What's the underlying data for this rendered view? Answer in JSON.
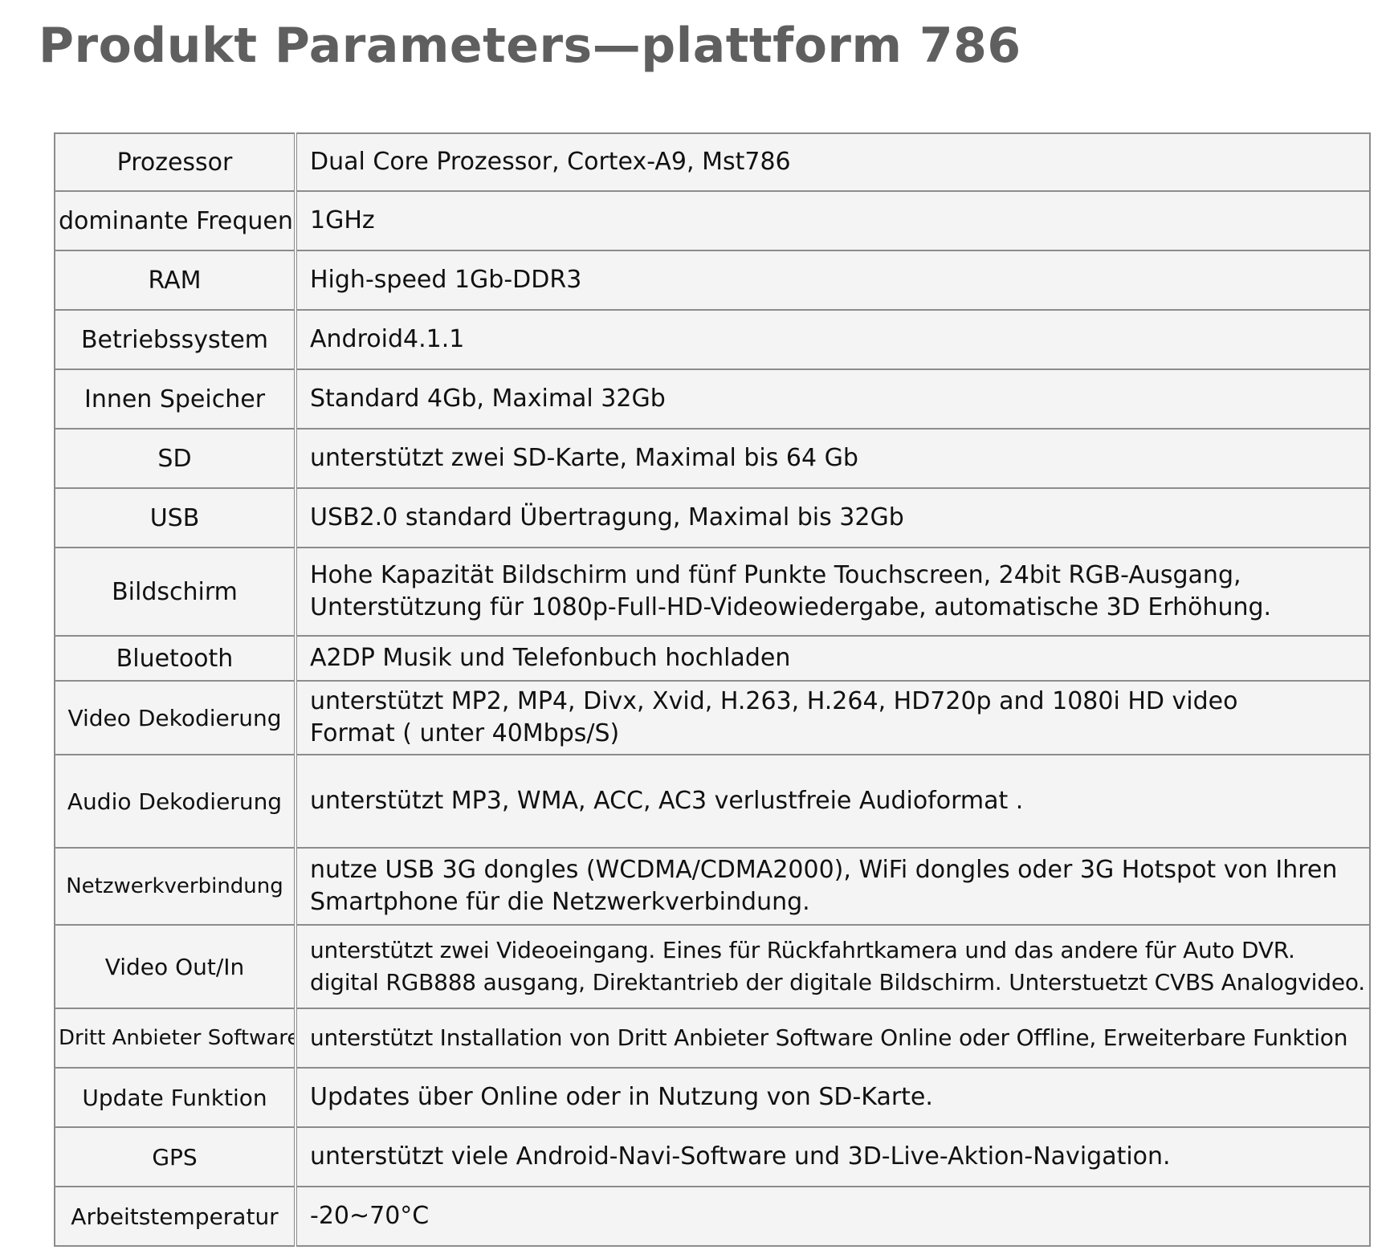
{
  "title": "Produkt Parameters—plattform 786",
  "rows": [
    {
      "label": "Prozessor",
      "value": [
        "Dual Core Prozessor, Cortex-A9, Mst786"
      ]
    },
    {
      "label": "dominante Frequenz",
      "value": [
        "1GHz"
      ]
    },
    {
      "label": "RAM",
      "value": [
        "High-speed 1Gb-DDR3"
      ]
    },
    {
      "label": "Betriebssystem",
      "value": [
        "Android4.1.1"
      ]
    },
    {
      "label": "Innen Speicher",
      "value": [
        "Standard 4Gb, Maximal 32Gb"
      ]
    },
    {
      "label": "SD",
      "value": [
        "unterstützt zwei SD-Karte, Maximal bis 64 Gb"
      ]
    },
    {
      "label": "USB",
      "value": [
        "USB2.0 standard Übertragung, Maximal bis 32Gb"
      ]
    },
    {
      "label": "Bildschirm",
      "value": [
        "Hohe Kapazität Bildschirm und fünf Punkte Touchscreen, 24bit RGB-Ausgang,",
        "Unterstützung für 1080p-Full-HD-Videowiedergabe, automatische 3D Erhöhung."
      ]
    },
    {
      "label": "Bluetooth",
      "value": [
        "A2DP Musik und Telefonbuch hochladen"
      ]
    },
    {
      "label": "Video Dekodierung",
      "value": [
        "unterstützt MP2, MP4, Divx, Xvid, H.263, H.264, HD720p and 1080i HD video",
        "Format ( unter 40Mbps/S)"
      ]
    },
    {
      "label": "Audio Dekodierung",
      "value": [
        "unterstützt MP3, WMA, ACC, AC3 verlustfreie Audioformat ."
      ]
    },
    {
      "label": "Netzwerkverbindung",
      "value": [
        "nutze USB 3G dongles (WCDMA/CDMA2000), WiFi dongles oder 3G Hotspot von Ihren",
        "Smartphone für die Netzwerkverbindung."
      ]
    },
    {
      "label": "Video Out/In",
      "value": [
        "unterstützt zwei Videoeingang. Eines für Rückfahrtkamera und das andere für Auto DVR.",
        "digital RGB888 ausgang, Direktantrieb der digitale Bildschirm. Unterstuetzt CVBS Analogvideo."
      ]
    },
    {
      "label": "Dritt Anbieter Software",
      "value": [
        "unterstützt Installation von Dritt Anbieter Software Online oder Offline, Erweiterbare Funktion"
      ]
    },
    {
      "label": "Update Funktion",
      "value": [
        "Updates über Online oder in Nutzung von SD-Karte."
      ]
    },
    {
      "label": "GPS",
      "value": [
        "unterstützt viele Android-Navi-Software und 3D-Live-Aktion-Navigation."
      ]
    },
    {
      "label": "Arbeitstemperatur",
      "value": [
        "-20~70°C"
      ]
    }
  ]
}
